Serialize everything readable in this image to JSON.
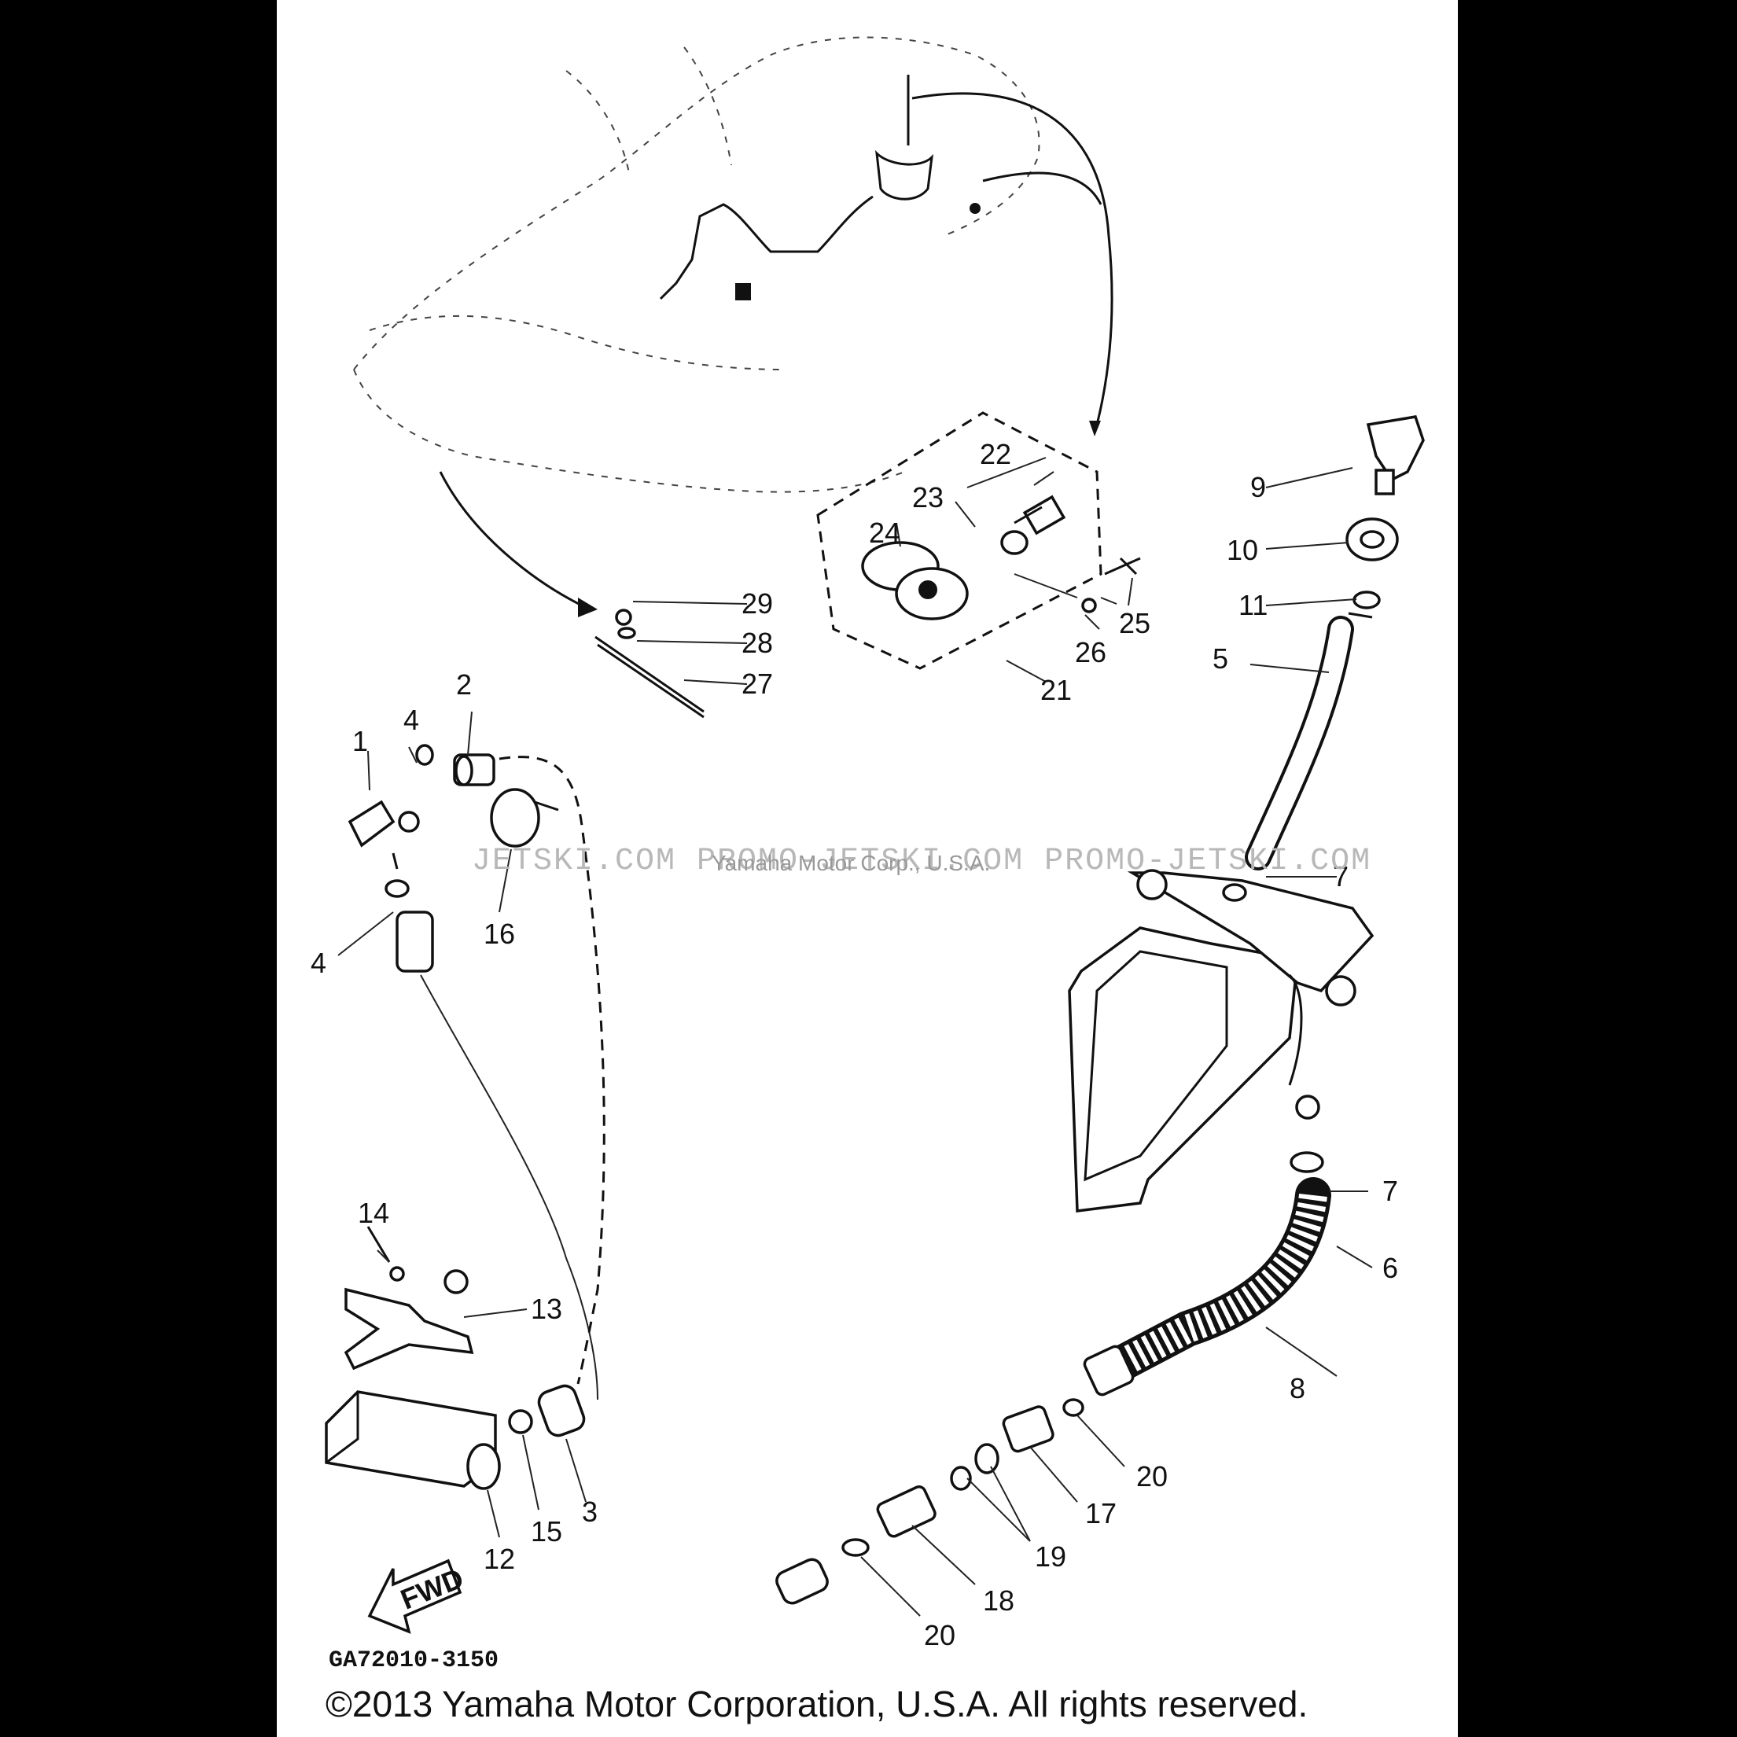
{
  "diagram": {
    "drawing_code": "GA72010-3150",
    "copyright": "©2013 Yamaha Motor Corporation, U.S.A. All rights reserved.",
    "watermark": "JETSKI.COM   PROMO-JETSKI.COM   PROMO-JETSKI.COM",
    "watermark_small": "Yamaha Motor Corp., U.S.A.",
    "fwd_arrow": "FWD",
    "callouts": [
      {
        "id": "c1",
        "text": "1"
      },
      {
        "id": "c2",
        "text": "2"
      },
      {
        "id": "c3",
        "text": "3"
      },
      {
        "id": "c4a",
        "text": "4"
      },
      {
        "id": "c4b",
        "text": "4"
      },
      {
        "id": "c5",
        "text": "5"
      },
      {
        "id": "c6",
        "text": "6"
      },
      {
        "id": "c7a",
        "text": "7"
      },
      {
        "id": "c7b",
        "text": "7"
      },
      {
        "id": "c8",
        "text": "8"
      },
      {
        "id": "c9",
        "text": "9"
      },
      {
        "id": "c10",
        "text": "10"
      },
      {
        "id": "c11",
        "text": "11"
      },
      {
        "id": "c12",
        "text": "12"
      },
      {
        "id": "c13",
        "text": "13"
      },
      {
        "id": "c14",
        "text": "14"
      },
      {
        "id": "c15",
        "text": "15"
      },
      {
        "id": "c16",
        "text": "16"
      },
      {
        "id": "c17",
        "text": "17"
      },
      {
        "id": "c18",
        "text": "18"
      },
      {
        "id": "c19",
        "text": "19"
      },
      {
        "id": "c20a",
        "text": "20"
      },
      {
        "id": "c20b",
        "text": "20"
      },
      {
        "id": "c21",
        "text": "21"
      },
      {
        "id": "c22",
        "text": "22"
      },
      {
        "id": "c23",
        "text": "23"
      },
      {
        "id": "c24",
        "text": "24"
      },
      {
        "id": "c25",
        "text": "25"
      },
      {
        "id": "c26",
        "text": "26"
      },
      {
        "id": "c27",
        "text": "27"
      },
      {
        "id": "c28",
        "text": "28"
      },
      {
        "id": "c29",
        "text": "29"
      }
    ]
  }
}
